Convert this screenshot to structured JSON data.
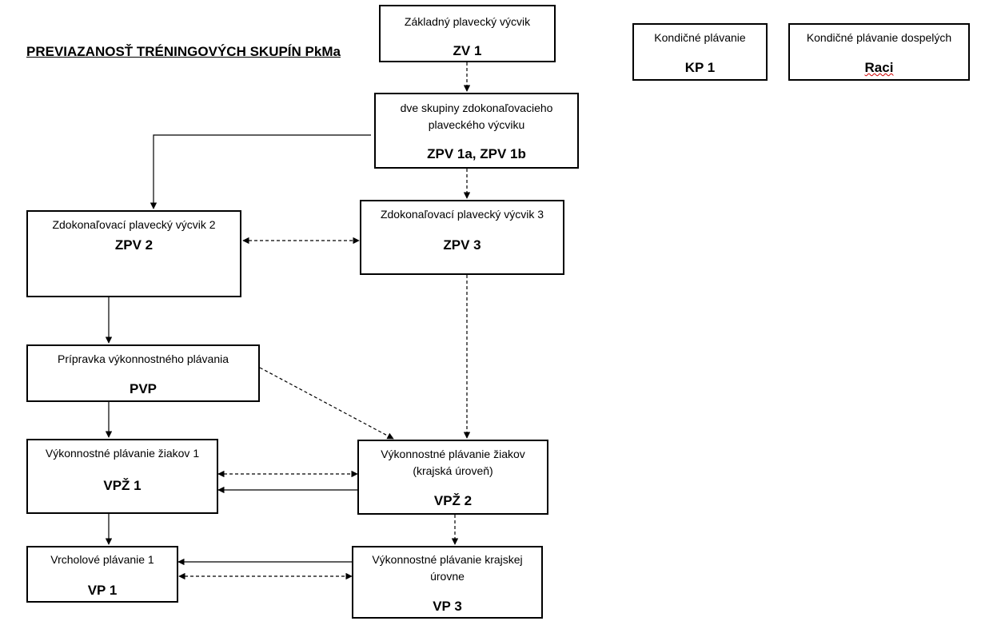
{
  "title": "PREVIAZANOSŤ TRÉNINGOVÝCH SKUPÍN PkMa",
  "boxes": {
    "zv1": {
      "desc": "Základný plavecký výcvik",
      "code": "ZV 1"
    },
    "kp1": {
      "desc": "Kondičné plávanie",
      "code": "KP 1"
    },
    "raci": {
      "desc": "Kondičné plávanie dospelých",
      "code": "Raci"
    },
    "zpv1": {
      "desc_line1": "dve skupiny  zdokonaľovacieho",
      "desc_line2": "plaveckého výcviku",
      "code": "ZPV 1a, ZPV 1b"
    },
    "zpv2": {
      "desc": "Zdokonaľovací plavecký výcvik 2",
      "code": "ZPV 2"
    },
    "zpv3": {
      "desc": "Zdokonaľovací plavecký výcvik 3",
      "code": "ZPV 3"
    },
    "pvp": {
      "desc": "Prípravka výkonnostného plávania",
      "code": "PVP"
    },
    "vpz1": {
      "desc": "Výkonnostné plávanie žiakov 1",
      "code": "VPŽ  1"
    },
    "vpz2": {
      "desc_line1": "Výkonnostné plávanie žiakov",
      "desc_line2": "(krajská úroveň)",
      "code": "VPŽ  2"
    },
    "vp1": {
      "desc": "Vrcholové plávanie 1",
      "code": "VP  1"
    },
    "vp3": {
      "desc_line1": "Výkonnostné plávanie krajskej",
      "desc_line2": "úrovne",
      "code": "VP 3"
    }
  }
}
